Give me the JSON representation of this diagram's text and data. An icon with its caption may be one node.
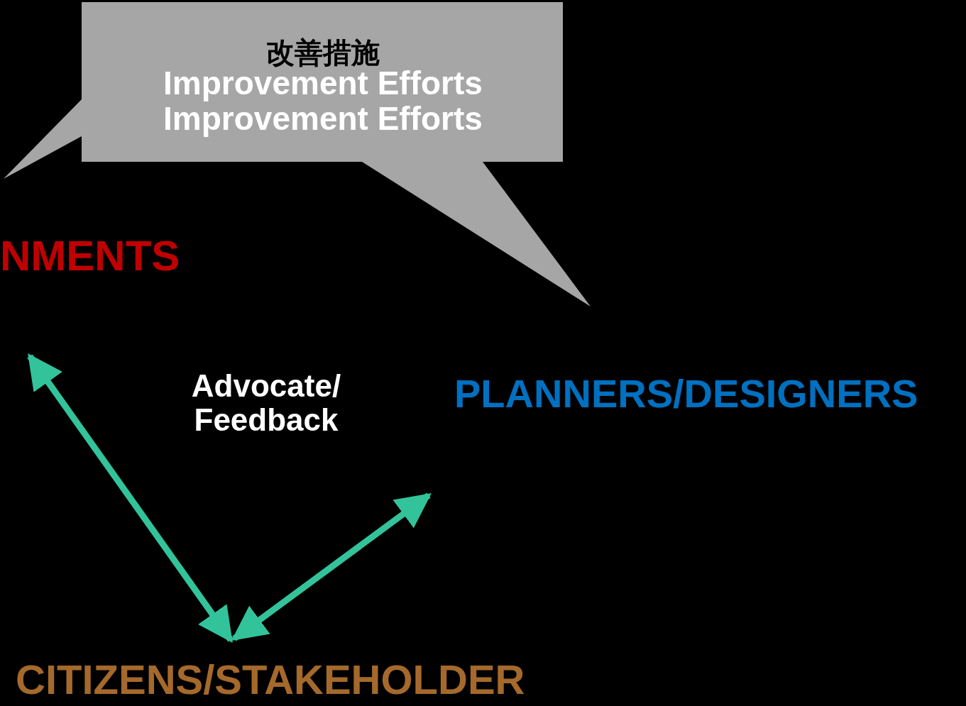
{
  "diagram": {
    "nodes": [
      {
        "text": [
          "改善措施",
          "Improvement Efforts",
          "Improvement Efforts"
        ]
      },
      {
        "text": [
          "NMENTS"
        ]
      },
      {
        "text": [
          "PLANNERS/DESIGNERS"
        ]
      },
      {
        "text": [
          "CITIZENS/STAKEHOLDER"
        ]
      }
    ],
    "edges": [
      {
        "from": 1,
        "to": 3,
        "arrow": "both"
      },
      {
        "from": 3,
        "to": 2,
        "arrow": "both"
      }
    ],
    "labels": [
      "Advocate/ Feedback"
    ]
  }
}
